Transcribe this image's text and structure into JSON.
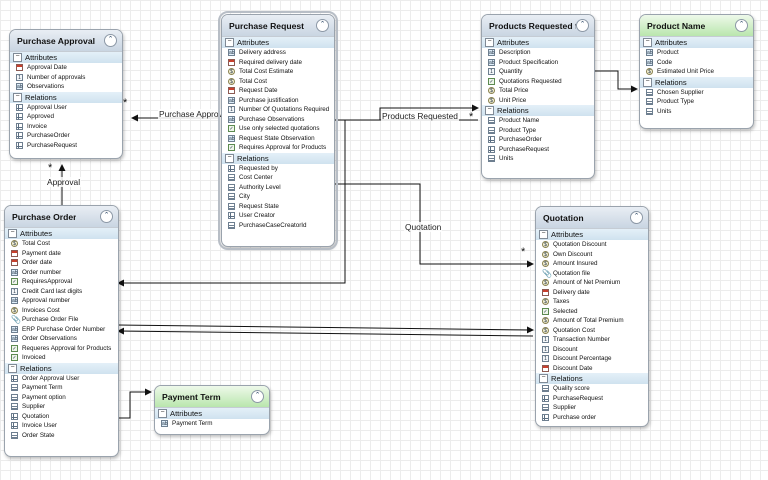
{
  "entities": {
    "purchase_approval": {
      "title": "Purchase Approval",
      "sections": [
        {
          "title": "Attributes",
          "items": [
            {
              "label": "Approval Date",
              "icon": "calendar"
            },
            {
              "label": "Number of approvals",
              "icon": "number"
            },
            {
              "label": "Observations",
              "icon": "text"
            }
          ]
        },
        {
          "title": "Relations",
          "items": [
            {
              "label": "Approval User",
              "icon": "relation"
            },
            {
              "label": "Approved",
              "icon": "relation"
            },
            {
              "label": "Invoice",
              "icon": "relation"
            },
            {
              "label": "PurchaseOrder",
              "icon": "relation"
            },
            {
              "label": "PurchaseRequest",
              "icon": "relation"
            }
          ]
        }
      ]
    },
    "purchase_request": {
      "title": "Purchase Request",
      "sections": [
        {
          "title": "Attributes",
          "items": [
            {
              "label": "Delivery address",
              "icon": "text"
            },
            {
              "label": "Required delivery date",
              "icon": "calendar"
            },
            {
              "label": "Total Cost Estimate",
              "icon": "currency"
            },
            {
              "label": "Total Cost",
              "icon": "currency"
            },
            {
              "label": "Request Date",
              "icon": "calendar"
            },
            {
              "label": "Purchase justification",
              "icon": "text"
            },
            {
              "label": "Number Of Quotations Required",
              "icon": "number"
            },
            {
              "label": "Purchase Observations",
              "icon": "text"
            },
            {
              "label": "Use only selected quotations",
              "icon": "boolean"
            },
            {
              "label": "Request State Observation",
              "icon": "text"
            },
            {
              "label": "Requires Approval for Products",
              "icon": "boolean"
            }
          ]
        },
        {
          "title": "Relations",
          "items": [
            {
              "label": "Requested by",
              "icon": "relation"
            },
            {
              "label": "Cost Center",
              "icon": "entity"
            },
            {
              "label": "Authority Level",
              "icon": "entity"
            },
            {
              "label": "City",
              "icon": "entity"
            },
            {
              "label": "Request State",
              "icon": "entity"
            },
            {
              "label": "User Creator",
              "icon": "relation"
            },
            {
              "label": "PurchaseCaseCreatorId",
              "icon": "entity"
            }
          ]
        }
      ]
    },
    "products_requested": {
      "title": "Products Requested for ",
      "sections": [
        {
          "title": "Attributes",
          "items": [
            {
              "label": "Description",
              "icon": "text"
            },
            {
              "label": "Product Specification",
              "icon": "text"
            },
            {
              "label": "Quantity",
              "icon": "number"
            },
            {
              "label": "Quotations Requested",
              "icon": "boolean"
            },
            {
              "label": "Total Price",
              "icon": "currency"
            },
            {
              "label": "Unit Price",
              "icon": "currency"
            }
          ]
        },
        {
          "title": "Relations",
          "items": [
            {
              "label": "Product Name",
              "icon": "entity"
            },
            {
              "label": "Product Type",
              "icon": "entity"
            },
            {
              "label": "PurchaseOrder",
              "icon": "relation"
            },
            {
              "label": "PurchaseRequest",
              "icon": "relation"
            },
            {
              "label": "Units",
              "icon": "entity"
            }
          ]
        }
      ]
    },
    "product_name": {
      "title": "Product Name",
      "sections": [
        {
          "title": "Attributes",
          "items": [
            {
              "label": "Product",
              "icon": "text"
            },
            {
              "label": "Code",
              "icon": "text"
            },
            {
              "label": "Estimated Unit Price",
              "icon": "currency"
            }
          ]
        },
        {
          "title": "Relations",
          "items": [
            {
              "label": "Chosen Supplier",
              "icon": "entity"
            },
            {
              "label": "Product Type",
              "icon": "entity"
            },
            {
              "label": "Units",
              "icon": "entity"
            }
          ]
        }
      ]
    },
    "purchase_order": {
      "title": "Purchase Order",
      "sections": [
        {
          "title": "Attributes",
          "items": [
            {
              "label": "Total Cost",
              "icon": "currency"
            },
            {
              "label": "Payment date",
              "icon": "calendar"
            },
            {
              "label": "Order date",
              "icon": "calendar"
            },
            {
              "label": "Order number",
              "icon": "text"
            },
            {
              "label": "RequiresApproval",
              "icon": "boolean"
            },
            {
              "label": "Credit Card last digits",
              "icon": "number"
            },
            {
              "label": "Approval number",
              "icon": "text"
            },
            {
              "label": "Invoices Cost",
              "icon": "currency"
            },
            {
              "label": "Purchase Order File",
              "icon": "file"
            },
            {
              "label": "ERP Purchase Order Number",
              "icon": "text"
            },
            {
              "label": "Order Observations",
              "icon": "text"
            },
            {
              "label": "Requeres Approval for Products",
              "icon": "boolean"
            },
            {
              "label": "Invoiced",
              "icon": "boolean"
            }
          ]
        },
        {
          "title": "Relations",
          "items": [
            {
              "label": "Order Approval User",
              "icon": "relation"
            },
            {
              "label": "Payment Term",
              "icon": "entity"
            },
            {
              "label": "Payment option",
              "icon": "entity"
            },
            {
              "label": "Supplier",
              "icon": "entity"
            },
            {
              "label": "Quotation",
              "icon": "relation"
            },
            {
              "label": "Invoice User",
              "icon": "relation"
            },
            {
              "label": "Order State",
              "icon": "entity"
            }
          ]
        }
      ]
    },
    "quotation": {
      "title": "Quotation",
      "sections": [
        {
          "title": "Attributes",
          "items": [
            {
              "label": "Quotation Discount",
              "icon": "currency"
            },
            {
              "label": "Own Discount",
              "icon": "currency"
            },
            {
              "label": "Amount Insured",
              "icon": "currency"
            },
            {
              "label": "Quotation file",
              "icon": "file"
            },
            {
              "label": "Amount of Net Premium",
              "icon": "currency"
            },
            {
              "label": "Delivery date",
              "icon": "calendar"
            },
            {
              "label": "Taxes",
              "icon": "currency"
            },
            {
              "label": "Selected",
              "icon": "boolean"
            },
            {
              "label": "Amount of Total Premium",
              "icon": "currency"
            },
            {
              "label": "Quotation Cost",
              "icon": "currency"
            },
            {
              "label": "Transaction Number",
              "icon": "number"
            },
            {
              "label": "Discount",
              "icon": "number"
            },
            {
              "label": "Discount Percentage",
              "icon": "number"
            },
            {
              "label": "Discount Date",
              "icon": "calendar"
            }
          ]
        },
        {
          "title": "Relations",
          "items": [
            {
              "label": "Quality score",
              "icon": "entity"
            },
            {
              "label": "PurchaseRequest",
              "icon": "relation"
            },
            {
              "label": "Supplier",
              "icon": "entity"
            },
            {
              "label": "Purchase order",
              "icon": "relation"
            }
          ]
        }
      ]
    },
    "payment_term": {
      "title": "Payment Term",
      "sections": [
        {
          "title": "Attributes",
          "items": [
            {
              "label": "Payment Term",
              "icon": "text"
            }
          ]
        }
      ]
    }
  },
  "links": {
    "purchase_approval": "Purchase Approval",
    "products_requested": "Products Requested",
    "approval": "Approval",
    "quotation": "Quotation",
    "cardinality": "*"
  },
  "ui": {
    "collapse_glyph": "⌃",
    "toggle_glyph": "−"
  }
}
